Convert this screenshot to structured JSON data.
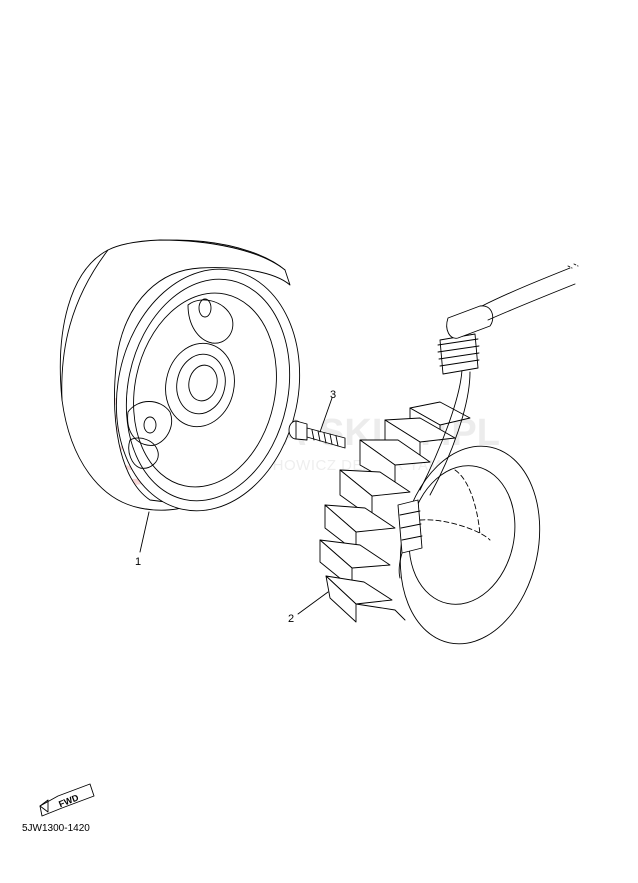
{
  "watermark": {
    "main": "YAMA-SKLEP.PL",
    "sub": "WOJCIECHOWICZ DEALER YAMAHA"
  },
  "callouts": [
    {
      "label": "1",
      "part": "flywheel-rotor"
    },
    {
      "label": "2",
      "part": "stator-assembly"
    },
    {
      "label": "3",
      "part": "bolt"
    }
  ],
  "fwd_badge": "FWD",
  "diagram_code": "5JW1300-1420",
  "colors": {
    "line": "#000000",
    "watermark": "#e6e6e6",
    "watermark_logo": "#f3c9c9"
  }
}
